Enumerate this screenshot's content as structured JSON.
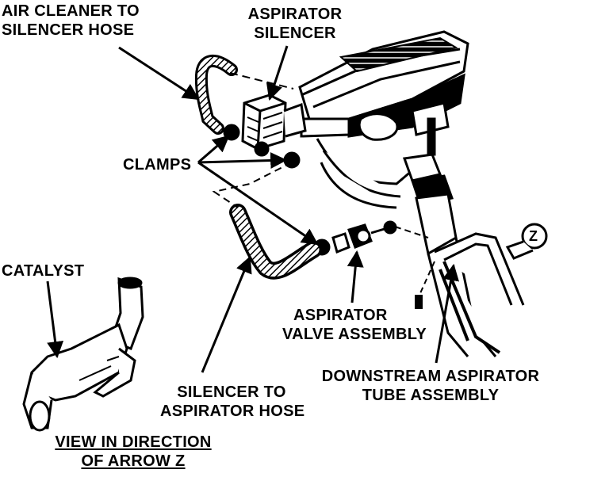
{
  "labels": {
    "air_cleaner_hose": [
      "AIR CLEANER TO",
      "SILENCER HOSE"
    ],
    "aspirator_silencer": [
      "ASPIRATOR",
      "SILENCER"
    ],
    "clamps": "CLAMPS",
    "catalyst": "CATALYST",
    "aspirator_valve": [
      "ASPIRATOR",
      "VALVE ASSEMBLY"
    ],
    "downstream_tube": [
      "DOWNSTREAM ASPIRATOR",
      "TUBE ASSEMBLY"
    ],
    "silencer_hose": [
      "SILENCER TO",
      "ASPIRATOR HOSE"
    ],
    "view_caption": [
      "VIEW IN DIRECTION",
      "OF ARROW Z"
    ],
    "arrow_letter": "Z"
  }
}
